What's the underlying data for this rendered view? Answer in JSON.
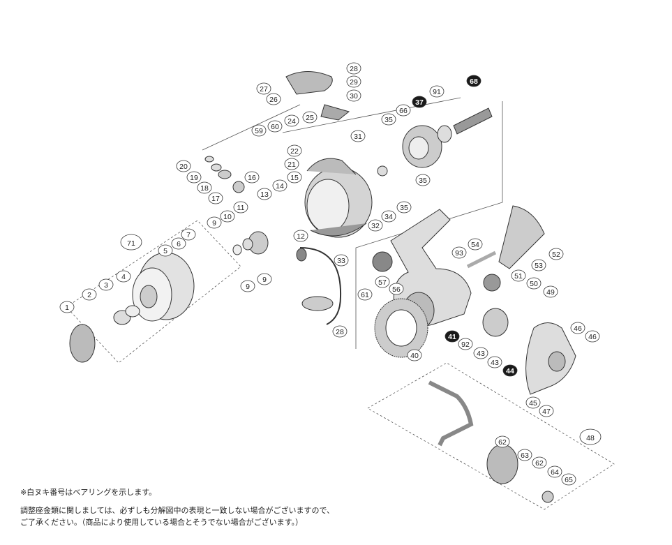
{
  "diagram": {
    "part_labels": [
      "28",
      "27",
      "29",
      "26",
      "30",
      "68",
      "91",
      "37",
      "66",
      "25",
      "24",
      "35",
      "59",
      "60",
      "31",
      "22",
      "20",
      "21",
      "19",
      "16",
      "15",
      "18",
      "14",
      "13",
      "17",
      "35",
      "35",
      "34",
      "11",
      "10",
      "9",
      "32",
      "12",
      "71",
      "5",
      "6",
      "7",
      "54",
      "93",
      "52",
      "53",
      "33",
      "9",
      "9",
      "4",
      "3",
      "57",
      "56",
      "51",
      "50",
      "2",
      "61",
      "49",
      "1",
      "46",
      "41",
      "46",
      "92",
      "28",
      "43",
      "40",
      "43",
      "44",
      "45",
      "47",
      "48",
      "62",
      "63",
      "62",
      "64",
      "65"
    ],
    "bearing_labels": [
      "68",
      "37",
      "41",
      "44"
    ],
    "assembly_labels": [
      "71",
      "48"
    ]
  },
  "notes": {
    "bearing_note": "※白ヌキ番号はベアリングを示します。",
    "line1": "調整座金類に関しましては、必ずしも分解図中の表現と一致しない場合がございますので、",
    "line2": "ご了承ください。（商品により使用している場合とそうでない場合がございます。）"
  },
  "colors": {
    "line": "#333333",
    "part_fill": "#d9d9d9",
    "bearing_fill": "#1a1a1a"
  }
}
